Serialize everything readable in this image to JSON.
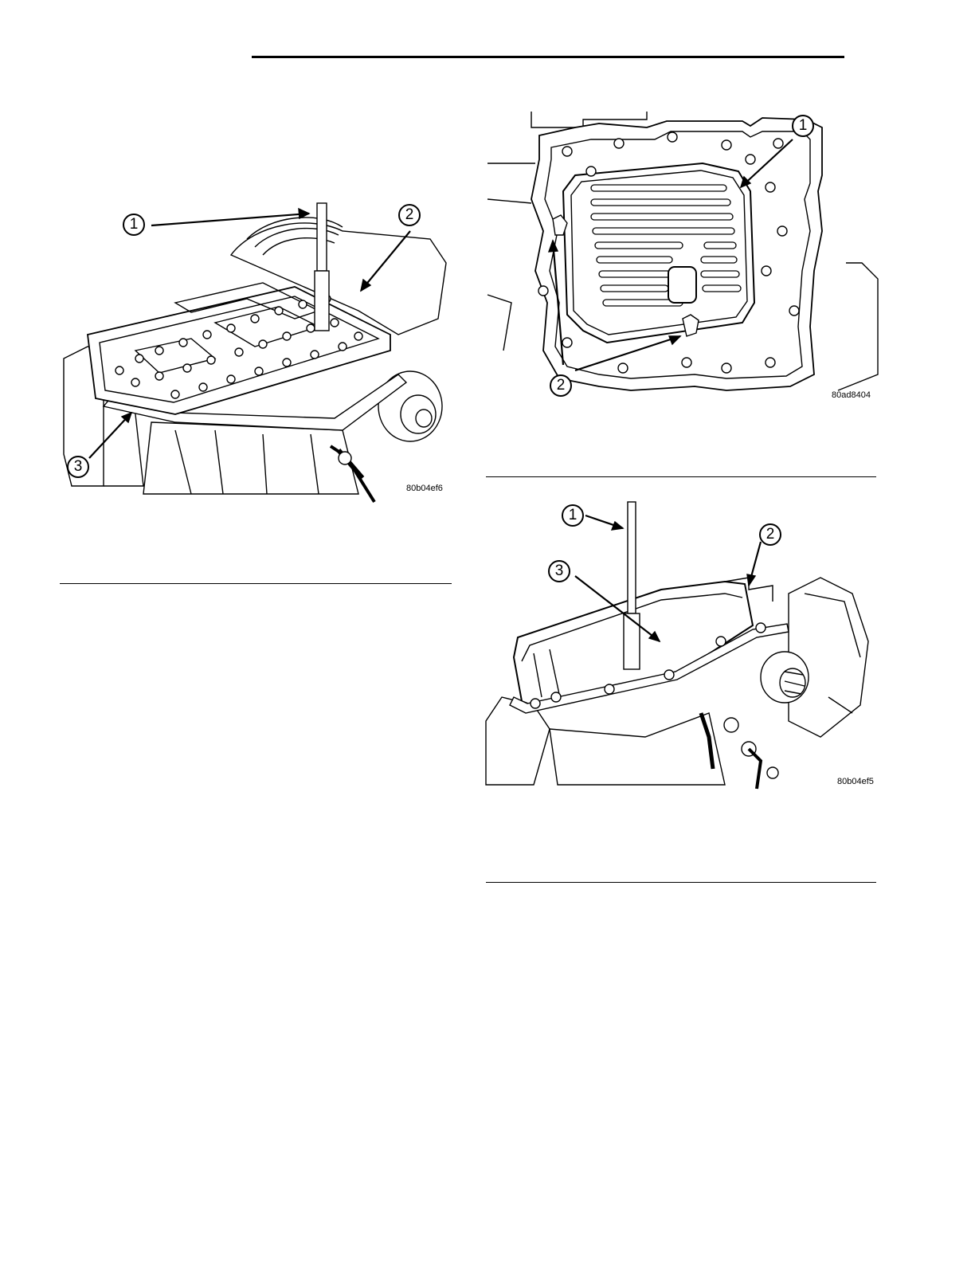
{
  "figures": {
    "fig1": {
      "id": "80b04ef6",
      "callouts": [
        "1",
        "2",
        "3"
      ]
    },
    "fig2": {
      "id": "80ad8404",
      "callouts": [
        "1",
        "2"
      ]
    },
    "fig3": {
      "id": "80b04ef5",
      "callouts": [
        "1",
        "2",
        "3"
      ]
    }
  }
}
